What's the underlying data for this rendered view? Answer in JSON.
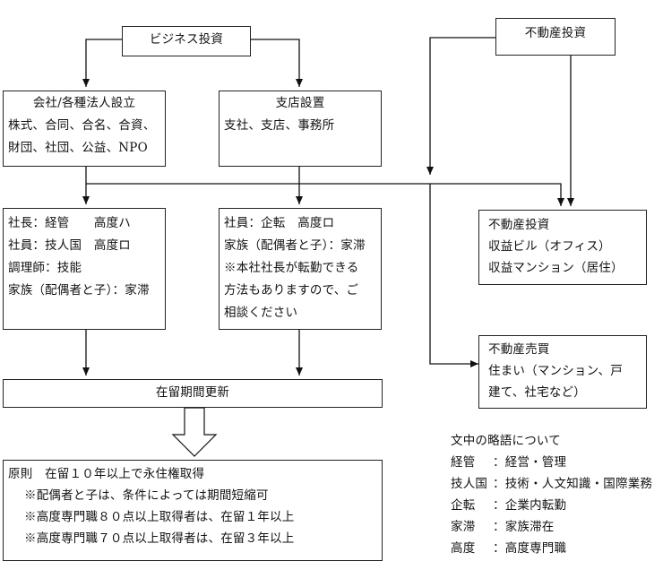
{
  "business": {
    "title": "ビジネス投資",
    "corp": {
      "title": "会社/各種法人設立",
      "line1": "株式、合同、合名、合資、",
      "line2": "財団、社団、公益、NPO"
    },
    "branch": {
      "title": "支店設置",
      "line1": "支社、支店、事務所"
    },
    "corp_staff": {
      "l1": "社長：経管　　高度ハ",
      "l2": "社員：技人国　高度ロ",
      "l3": "調理師：技能",
      "l4": "家族（配偶者と子）：家滞"
    },
    "branch_staff": {
      "l1": "社員：企転　高度ロ",
      "l2": "家族（配偶者と子）：家滞",
      "l3": "※本社社長が転勤できる",
      "l4": "方法もありますので、ご",
      "l5": "相談ください"
    }
  },
  "realestate": {
    "title": "不動産投資",
    "invest": {
      "title": "不動産投資",
      "l1": "収益ビル（オフィス）",
      "l2": "収益マンション（居住）"
    },
    "trade": {
      "title": "不動産売買",
      "l1": "住まい（マンション、戸",
      "l2": "建て、社宅など）"
    }
  },
  "renewal": {
    "title": "在留期間更新"
  },
  "permanent": {
    "l1": "原則　在留１０年以上で永住権取得",
    "l2": "※配偶者と子は、条件によっては期間短縮可",
    "l3": "※高度専門職８０点以上取得者は、在留１年以上",
    "l4": "※高度専門職７０点以上取得者は、在留３年以上"
  },
  "glossary": {
    "title": "文中の略語について",
    "rows": [
      {
        "k": "経管",
        "v": "：経営・管理"
      },
      {
        "k": "技人国",
        "v": "：技術・人文知識・国際業務"
      },
      {
        "k": "企転",
        "v": "：企業内転勤"
      },
      {
        "k": "家滞",
        "v": "：家族滞在"
      },
      {
        "k": "高度",
        "v": "：高度専門職"
      }
    ]
  }
}
